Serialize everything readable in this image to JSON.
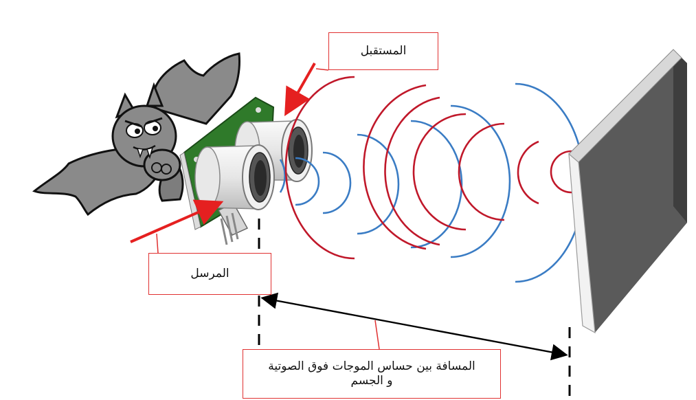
{
  "labels": {
    "receiver": "المستقبل",
    "transmitter": "المرسل",
    "distance_line1": "المسافة بين حساس الموجات فوق الصوتية",
    "distance_line2": "و الجسم"
  },
  "colors": {
    "emitted_wave": "#3a7cc4",
    "reflected_wave": "#c0182a",
    "arrow": "#e52020",
    "callout_border": "#e03030",
    "sensor_board": "#2f7a2a",
    "bat_body": "#8a8a8a",
    "wall_front": "#f2f2f2",
    "wall_side": "#5a5a5a"
  },
  "icons": {
    "bat": "bat-icon",
    "sensor": "ultrasonic-sensor-icon",
    "wall": "wall-obstacle-icon"
  }
}
